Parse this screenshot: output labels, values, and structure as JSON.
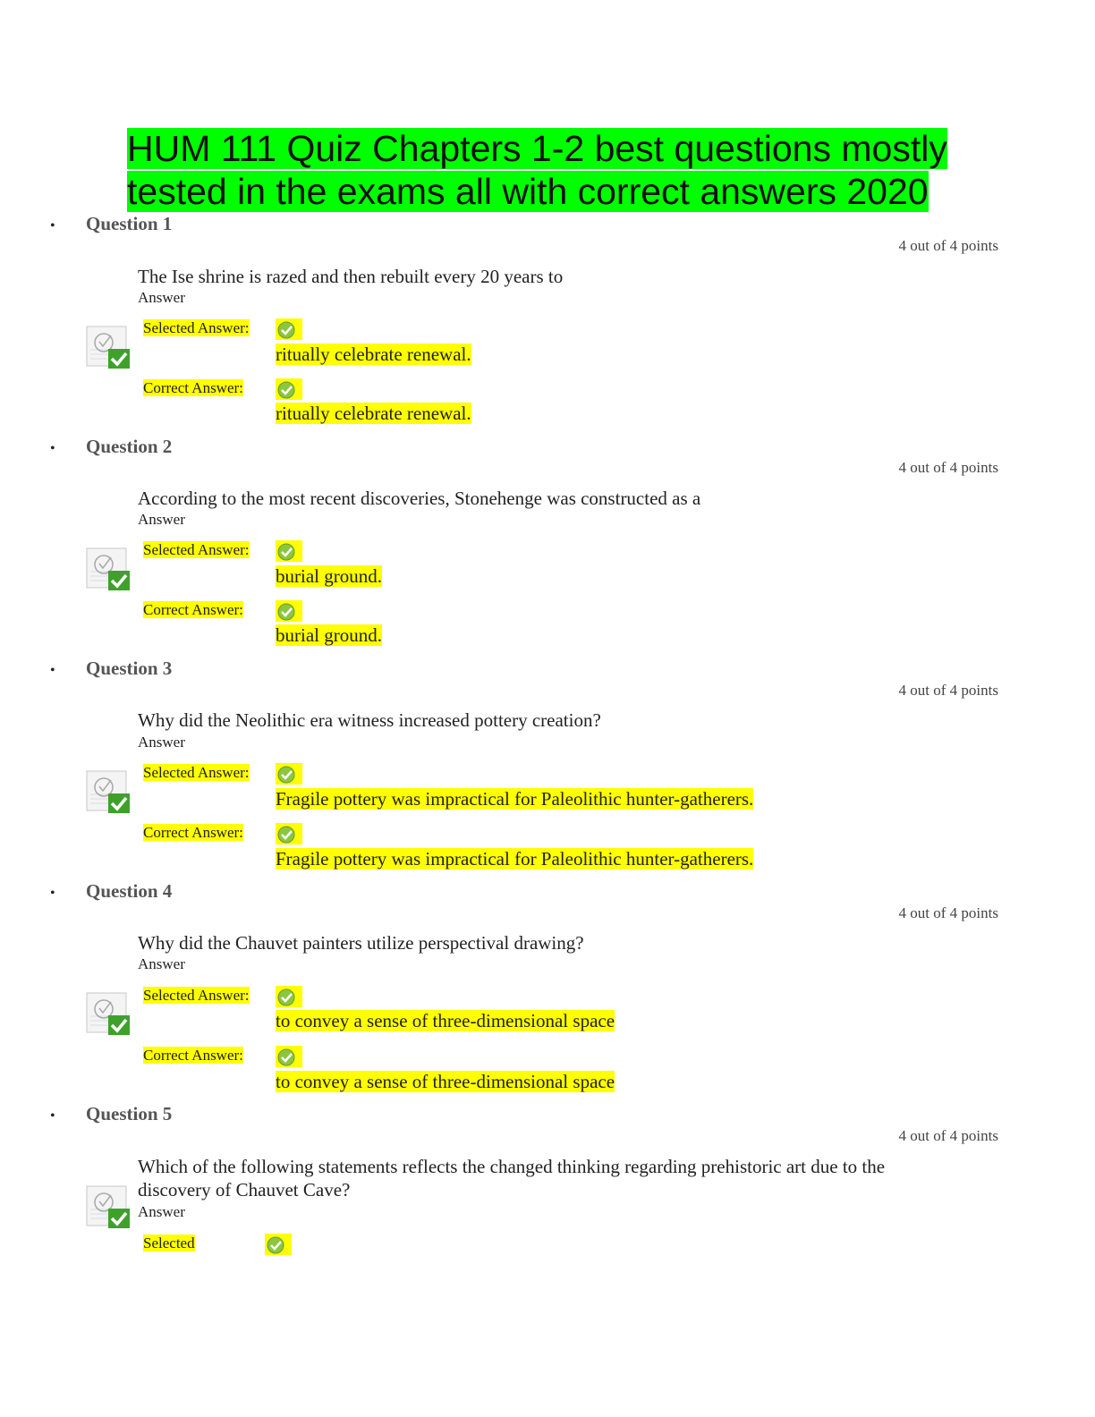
{
  "title": "HUM 111 Quiz Chapters 1-2 best questions mostly tested in the exams all with correct answers 2020",
  "bullet_char": "•",
  "answer_word": "Answer",
  "selected_label": "Selected Answer:",
  "correct_label": "Correct Answer:",
  "q5_selected_label": "Selected",
  "colors": {
    "title_highlight": "#00ff00",
    "answer_highlight": "#ffff00",
    "check_green": "#8cc63f"
  },
  "questions": [
    {
      "label": "Question 1",
      "points": "4 out of 4 points",
      "text": "The Ise shrine is razed and then rebuilt every 20 years to",
      "selected": "ritually celebrate renewal.",
      "correct": "ritually celebrate renewal."
    },
    {
      "label": "Question 2",
      "points": "4 out of 4 points",
      "text": "According to the most recent discoveries, Stonehenge was constructed as a",
      "selected": "burial ground.",
      "correct": "burial ground."
    },
    {
      "label": "Question 3",
      "points": "4 out of 4 points",
      "text": "Why did the Neolithic era witness increased pottery creation?",
      "selected": "Fragile pottery was impractical for Paleolithic hunter-gatherers.",
      "correct": "Fragile pottery was impractical for Paleolithic hunter-gatherers."
    },
    {
      "label": "Question 4",
      "points": "4 out of 4 points",
      "text": "Why did the Chauvet painters utilize perspectival drawing?",
      "selected": "to convey a sense of three-dimensional space",
      "correct": "to convey a sense of three-dimensional space"
    },
    {
      "label": "Question 5",
      "points": "4 out of 4 points",
      "text": "Which of the following statements reflects the changed thinking regarding prehistoric art due to the discovery of Chauvet Cave?"
    }
  ]
}
